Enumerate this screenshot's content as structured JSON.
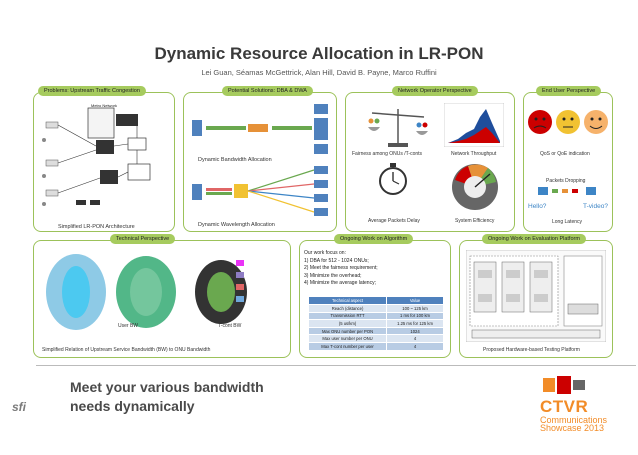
{
  "title": "Dynamic Resource Allocation in LR-PON",
  "authors": "Lei Guan, Séamas McGettrick, Alan Hill, David B. Payne, Marco Ruffini",
  "panels": {
    "problems": {
      "header": "Problems: Upstream Traffic Congestion",
      "caption": "Simplified LR-PON Architecture",
      "diagram_label": "Metro Network"
    },
    "solutions": {
      "header": "Potential Solutions: DBA & DWA",
      "caption_dba": "Dynamic Bandwidth Allocation",
      "caption_dwa": "Dynamic Wavelength Allocation"
    },
    "operator": {
      "header": "Network Operator Perspective",
      "cap_fairness": "Fairness among ONUs /T-conts",
      "cap_throughput": "Network Throughput",
      "cap_delay": "Average Packets Delay",
      "cap_efficiency": "System Efficiency"
    },
    "enduser": {
      "header": "End User Perspective",
      "cap_qos": "QoS or QoE indication",
      "cap_drop": "Packets Dropping",
      "cap_latency": "Long Latency",
      "hello": "Hello?",
      "tvideo": "T-video?"
    },
    "technical": {
      "header": "Technical Perspective",
      "caption": "Simplified Relation of Upstream Service Bandwidth (BW) to ONU Bandwidth",
      "legend_user_bw": "User BW",
      "legend_tcont_bw": "T-cont BW"
    },
    "algorithm": {
      "header": "Ongoing Work on Algorithm",
      "focus_title": "Our work focus on:",
      "focus_items": [
        "1)  DBA for 512 - 1024 ONUs;",
        "2)  Meet the fairness requirement;",
        "3)  Minimize the overhead;",
        "4)  Minimize the average latency;"
      ],
      "table_headers": [
        "Technical aspect",
        "Value"
      ],
      "table_rows": [
        [
          "Reach (distance)",
          "100 ~ 125 km"
        ],
        [
          "Transmission RTT",
          "1 ms for 100 km"
        ],
        [
          "(5 us/km)",
          "1.25 ms for 125 km"
        ],
        [
          "Max ONU number per PON",
          "1024"
        ],
        [
          "Max user number per ONU",
          "4"
        ],
        [
          "Max T-cont number per user",
          "4"
        ]
      ]
    },
    "evaluation": {
      "header": "Ongoing Work on Evaluation Platform",
      "caption": "Proposed Hardware-based Testing Platform"
    }
  },
  "slogan_line1": "Meet your various bandwidth",
  "slogan_line2": "needs dynamically",
  "logos": {
    "ctvr": "CTVR",
    "ctvr_sub1": "Communications",
    "ctvr_sub2": "Showcase 2013",
    "sfi": "sfi"
  },
  "colors": {
    "panel_border": "#9cc25a",
    "header_fill": "#a6cb5e",
    "accent_orange": "#f28c28",
    "table_blue": "#4f81bd"
  }
}
